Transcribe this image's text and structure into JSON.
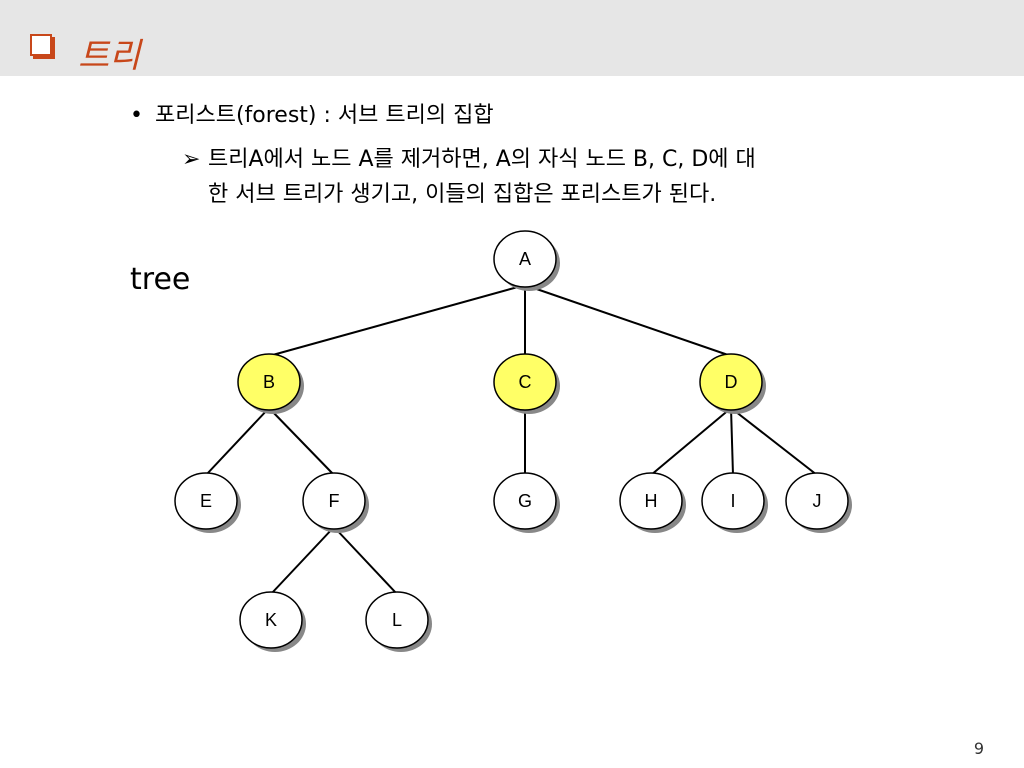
{
  "slide": {
    "title": "트리",
    "bullet1": "포리스트(forest) : 서브 트리의 집합",
    "bullet2_line1": "트리A에서 노드 A를 제거하면, A의 자식 노드 B, C, D에 대",
    "bullet2_line2": "한 서브 트리가 생기고, 이들의 집합은 포리스트가 된다.",
    "tree_label": "tree",
    "page_number": "9",
    "bullet_glyph": "•",
    "arrow_glyph": "➢"
  },
  "tree": {
    "nodes": [
      {
        "id": "A",
        "label": "A",
        "highlighted": false
      },
      {
        "id": "B",
        "label": "B",
        "highlighted": true
      },
      {
        "id": "C",
        "label": "C",
        "highlighted": true
      },
      {
        "id": "D",
        "label": "D",
        "highlighted": true
      },
      {
        "id": "E",
        "label": "E",
        "highlighted": false
      },
      {
        "id": "F",
        "label": "F",
        "highlighted": false
      },
      {
        "id": "G",
        "label": "G",
        "highlighted": false
      },
      {
        "id": "H",
        "label": "H",
        "highlighted": false
      },
      {
        "id": "I",
        "label": "I",
        "highlighted": false
      },
      {
        "id": "J",
        "label": "J",
        "highlighted": false
      },
      {
        "id": "K",
        "label": "K",
        "highlighted": false
      },
      {
        "id": "L",
        "label": "L",
        "highlighted": false
      }
    ],
    "edges": [
      [
        "A",
        "B"
      ],
      [
        "A",
        "C"
      ],
      [
        "A",
        "D"
      ],
      [
        "B",
        "E"
      ],
      [
        "B",
        "F"
      ],
      [
        "C",
        "G"
      ],
      [
        "D",
        "H"
      ],
      [
        "D",
        "I"
      ],
      [
        "D",
        "J"
      ],
      [
        "F",
        "K"
      ],
      [
        "F",
        "L"
      ]
    ],
    "colors": {
      "highlight_fill": "#ffff66",
      "normal_fill": "#ffffff",
      "shadow": "#888888",
      "stroke": "#000000"
    }
  },
  "colors": {
    "accent": "#c8471a",
    "title_bar": "#e6e6e6"
  }
}
